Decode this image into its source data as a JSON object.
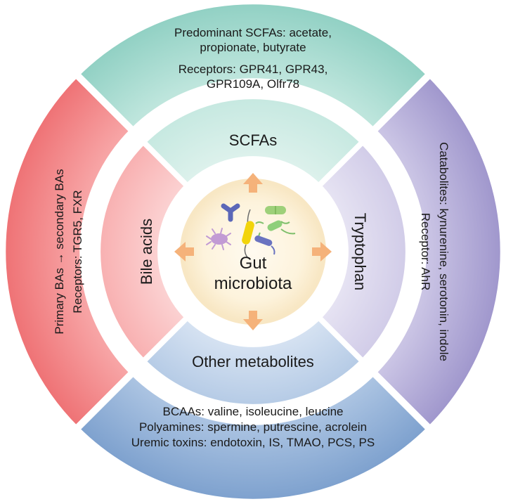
{
  "center": {
    "title_lines": [
      "Gut",
      "microbiota"
    ]
  },
  "segments": {
    "top": {
      "inner_label": "SCFAs",
      "outer_lines": [
        "Predominant SCFAs: acetate,",
        "propionate, butyrate",
        "Receptors: GPR41, GPR43,",
        "GPR109A, Olfr78"
      ],
      "color": "#a9ddd3"
    },
    "left": {
      "inner_label": "Bile acids",
      "outer_lines": [
        "Primary BAs → secondary BAs",
        "Receptors: TGR5, FXR"
      ],
      "color": "#f08a8c"
    },
    "right": {
      "inner_label": "Tryptophan",
      "outer_lines": [
        "Catabolites: kynurenine, serotonin, indole",
        "Receptor: AhR"
      ],
      "color": "#b7b0d8"
    },
    "bottom": {
      "inner_label": "Other metabolites",
      "outer_lines": [
        "BCAAs: valine, isoleucine, leucine",
        "Polyamines: spermine, putrescine, acrolein",
        "Uremic toxins: endotoxin, IS, TMAO, PCS, PS"
      ],
      "color": "#8fb0d6"
    }
  },
  "colors": {
    "arrow": "#f5b27a",
    "center_glow": "#fdf3dc"
  },
  "icons": [
    "bacteria-cluster-icon"
  ]
}
